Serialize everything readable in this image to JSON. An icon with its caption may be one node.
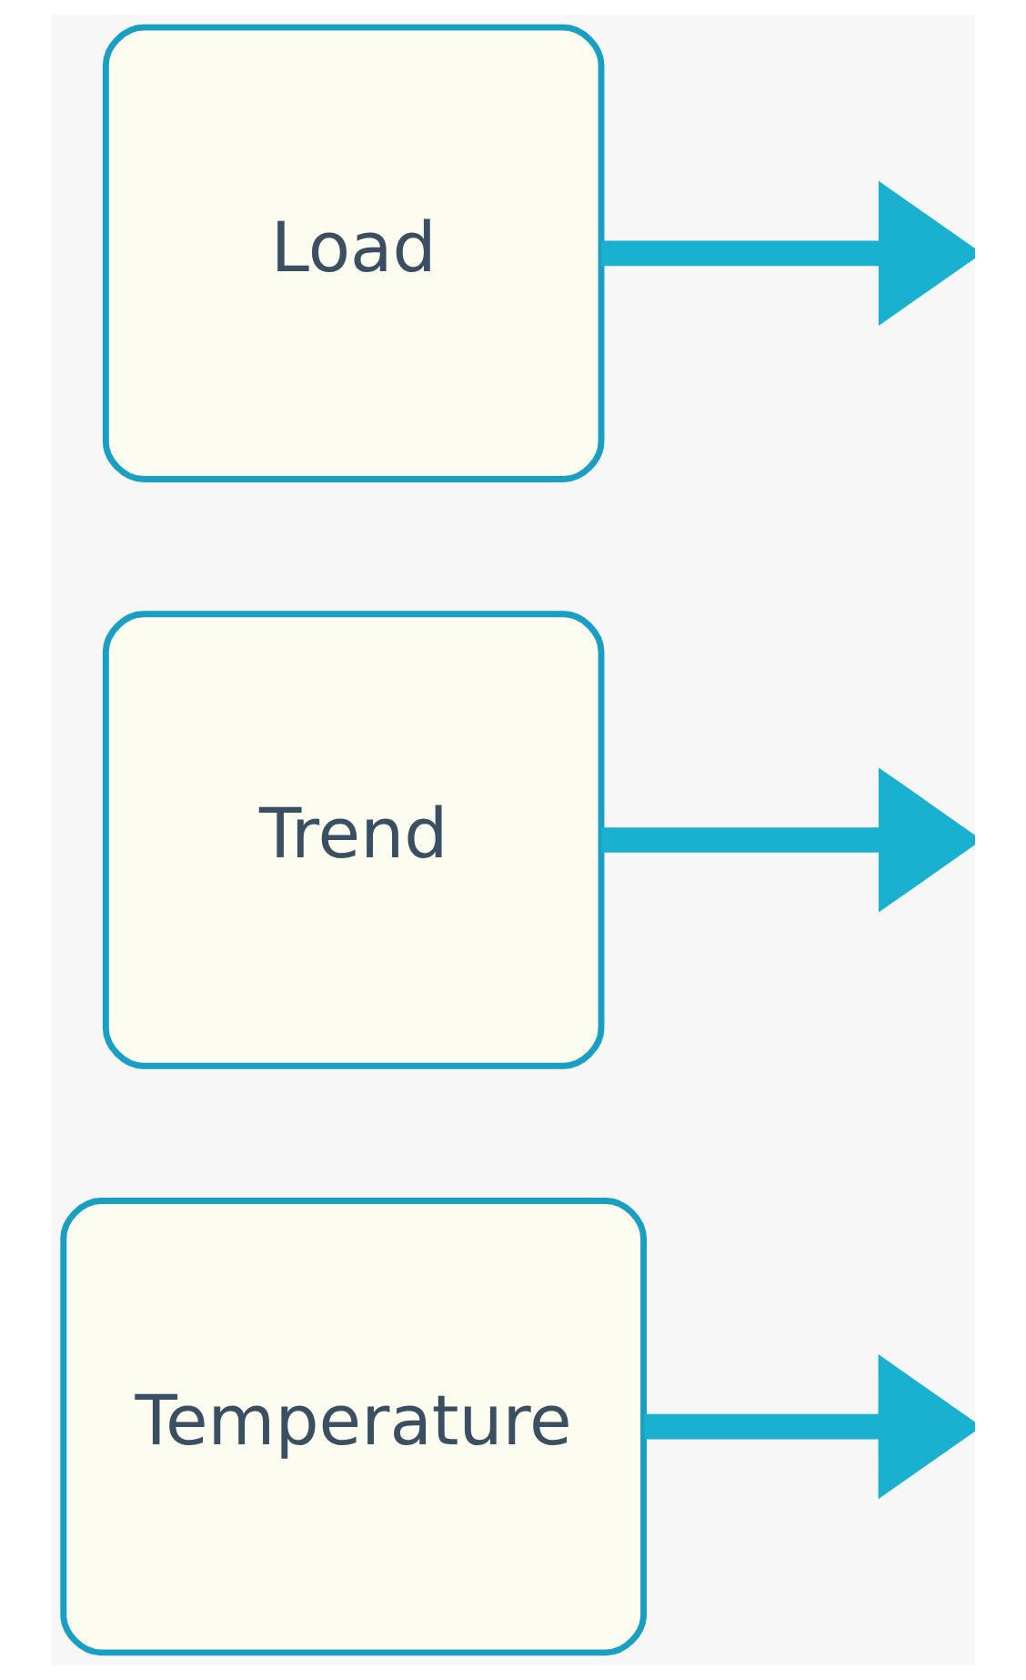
{
  "diagram": {
    "nodes": [
      {
        "text": [
          "Load"
        ]
      },
      {
        "text": [
          "Trend"
        ]
      },
      {
        "text": [
          "Temperature"
        ]
      }
    ],
    "edges": [
      {
        "from": 0,
        "to": null,
        "arrow": "to"
      },
      {
        "from": 1,
        "to": null,
        "arrow": "to"
      },
      {
        "from": 2,
        "to": null,
        "arrow": "to"
      }
    ]
  }
}
